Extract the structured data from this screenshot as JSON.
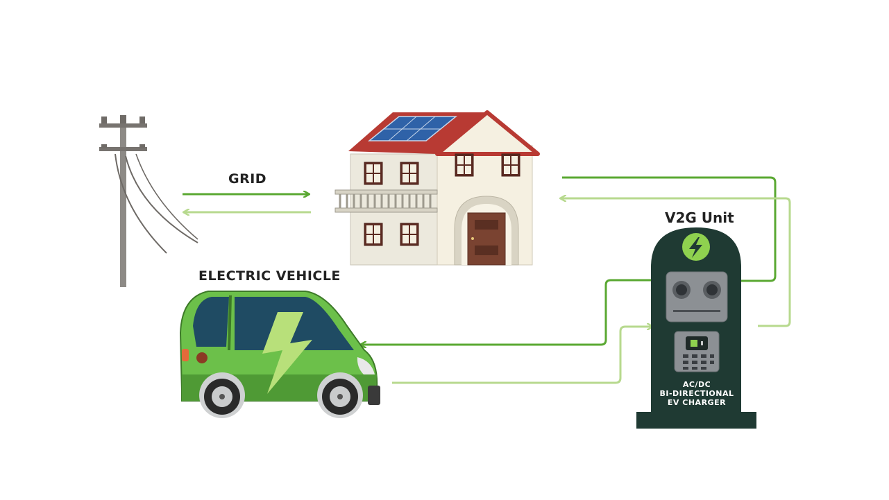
{
  "labels": {
    "grid": "GRID",
    "electric_vehicle": "ELECTRIC VEHICLE",
    "v2g_unit": "V2G Unit",
    "charger_line1": "AC/DC",
    "charger_line2": "BI-DIRECTIONAL",
    "charger_line3": "EV CHARGER"
  },
  "icons": {
    "pole": "utility-pole-icon",
    "house": "house-with-solar-panel-icon",
    "car": "electric-car-icon",
    "charger": "v2g-charger-icon",
    "bolt": "lightning-bolt-icon",
    "battery": "battery-icon"
  },
  "colors": {
    "arrow_dark": "#5aa832",
    "arrow_light": "#b7d98e",
    "charger_body": "#1f3a33",
    "car_green": "#6cc04a",
    "roof": "#b83a33",
    "wall": "#ece9dd",
    "door": "#7a4331"
  }
}
